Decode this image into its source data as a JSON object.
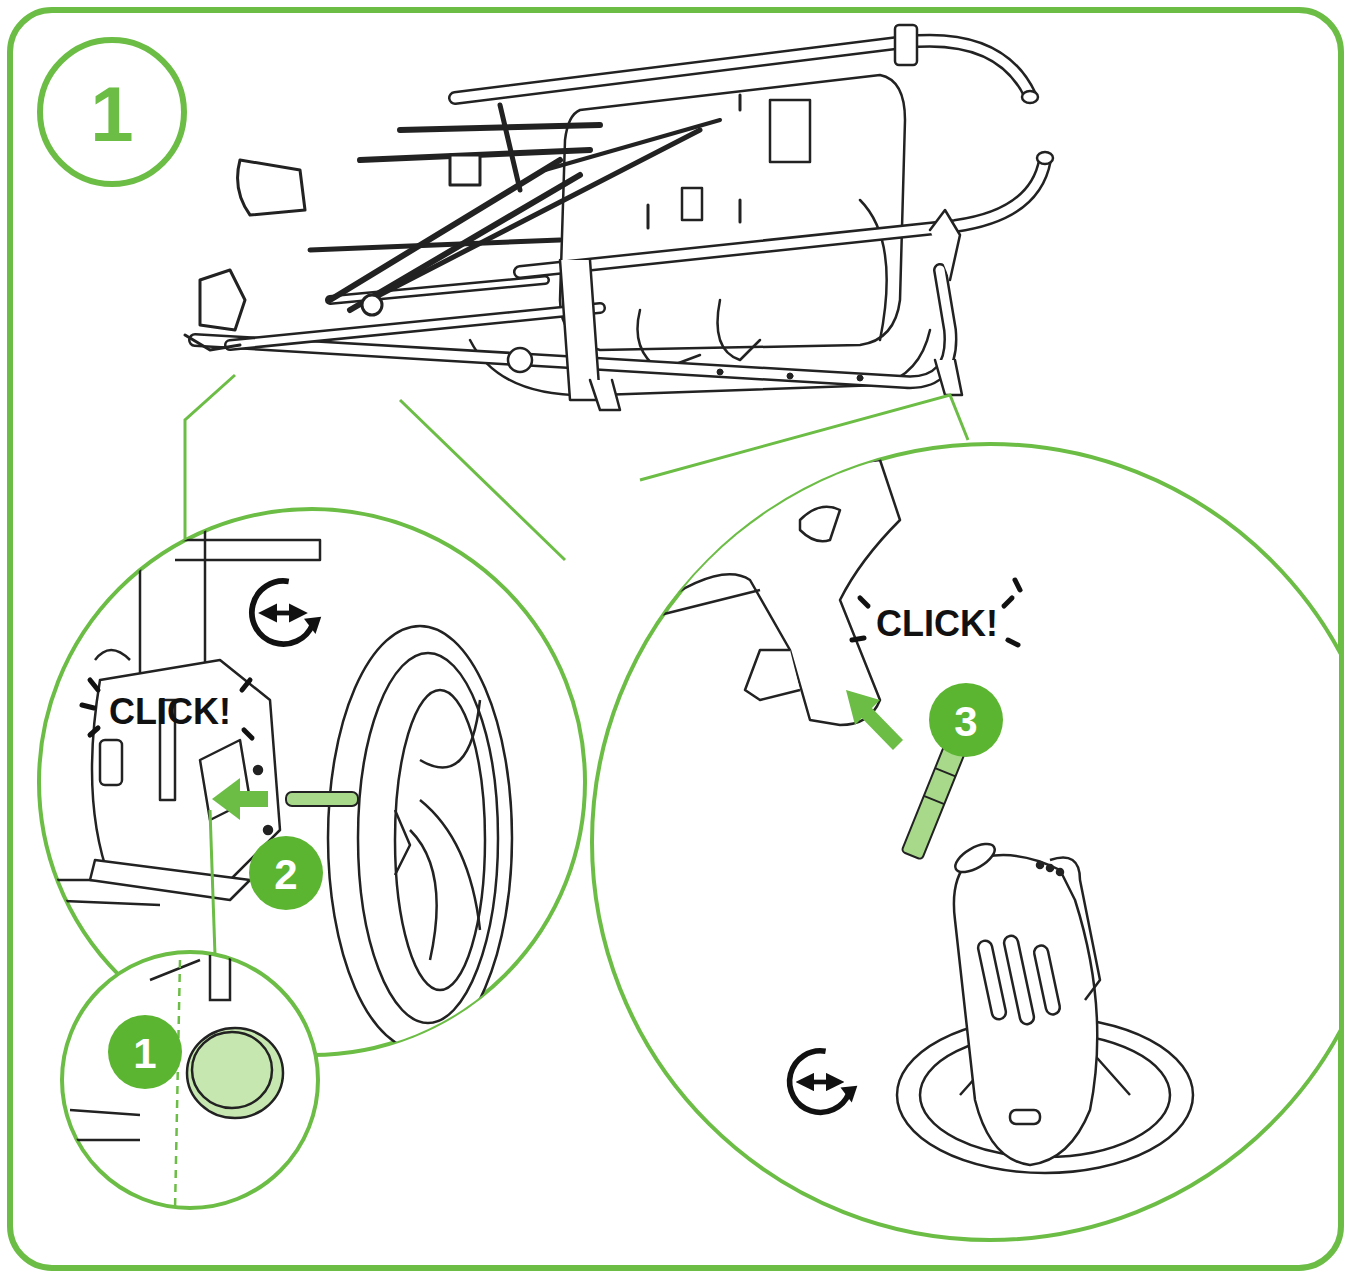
{
  "diagram": {
    "labels": [
      "1",
      "CLICK!",
      "2",
      "1",
      "CLICK!",
      "3"
    ]
  }
}
